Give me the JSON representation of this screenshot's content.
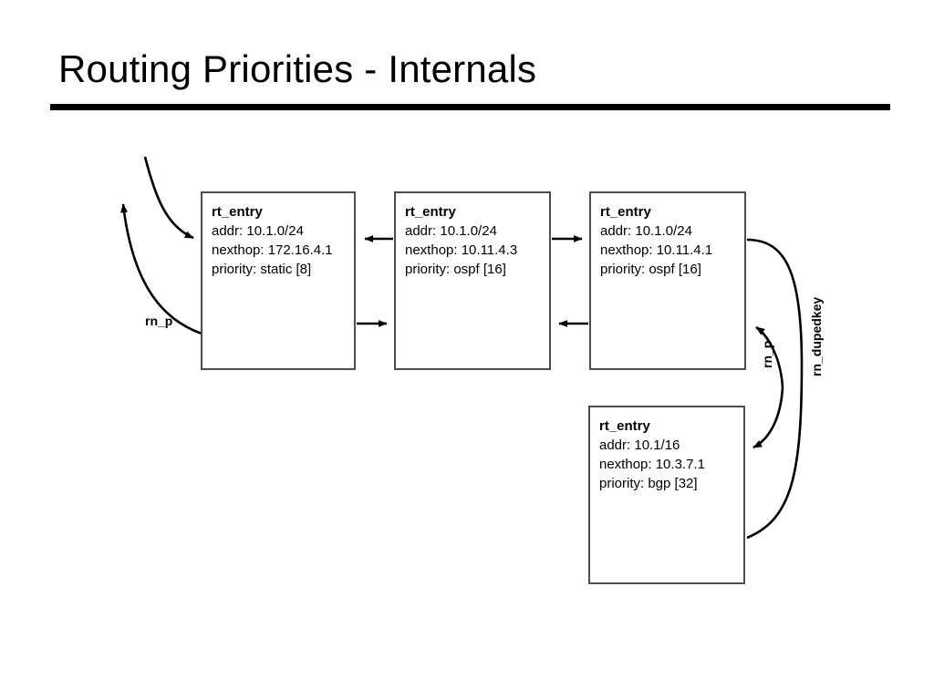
{
  "slide": {
    "title": "Routing Priorities - Internals"
  },
  "diagram": {
    "type": "linked-structure",
    "boxes": [
      {
        "id": "box-1",
        "title": "rt_entry",
        "fields": [
          "addr: 10.1.0/24",
          "nexthop: 172.16.4.1",
          "priority: static [8]"
        ]
      },
      {
        "id": "box-2",
        "title": "rt_entry",
        "fields": [
          "addr: 10.1.0/24",
          "nexthop: 10.11.4.3",
          "priority: ospf [16]"
        ]
      },
      {
        "id": "box-3",
        "title": "rt_entry",
        "fields": [
          "addr: 10.1.0/24",
          "nexthop: 10.11.4.1",
          "priority: ospf [16]"
        ]
      },
      {
        "id": "box-4",
        "title": "rt_entry",
        "fields": [
          "addr: 10.1/16",
          "nexthop: 10.3.7.1",
          "priority: bgp [32]"
        ]
      }
    ],
    "edge_labels": {
      "rn_p_left": "rn_p",
      "rn_p_right": "rn_p",
      "rn_dupedkey": "rn_dupedkey"
    },
    "colors": {
      "box_border": "#4d4d4d",
      "stroke": "#000000",
      "background": "#ffffff"
    }
  }
}
